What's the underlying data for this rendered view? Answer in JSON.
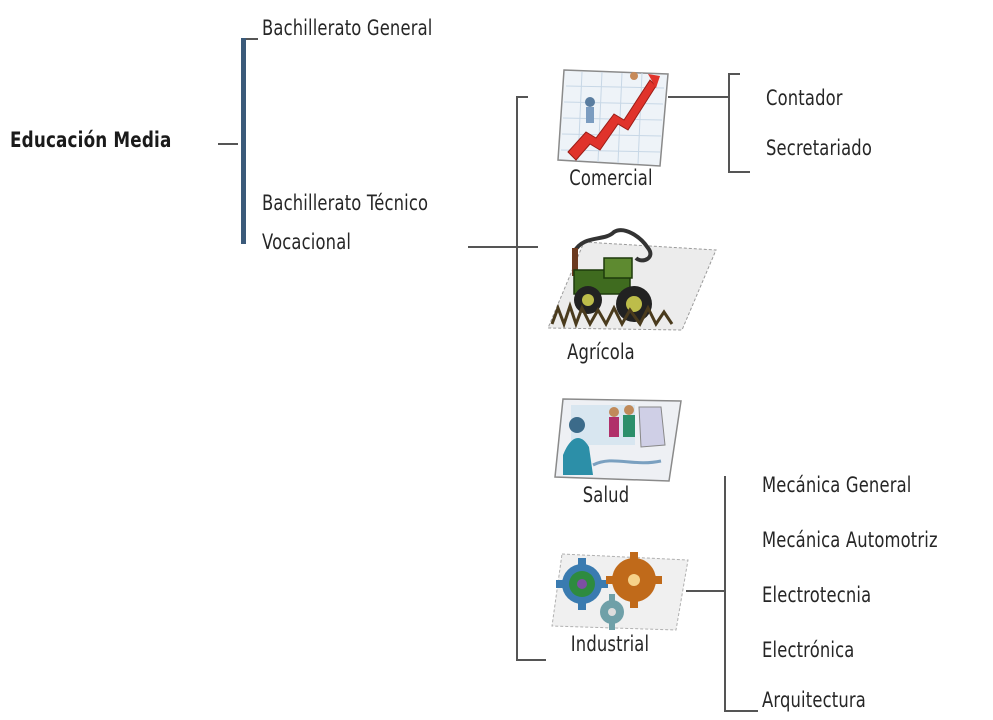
{
  "root": {
    "label": "Educación Media"
  },
  "tracks": [
    {
      "label": "Bachillerato General"
    },
    {
      "label_line1": "Bachillerato Técnico",
      "label_line2": "Vocacional"
    }
  ],
  "sectors": [
    {
      "label": "Comercial",
      "icon": "growth-chart-icon"
    },
    {
      "label": "Agrícola",
      "icon": "tractor-icon"
    },
    {
      "label": "Salud",
      "icon": "health-workers-icon"
    },
    {
      "label": "Industrial",
      "icon": "gears-icon"
    }
  ],
  "comercial_careers": [
    "Contador",
    "Secretariado"
  ],
  "industrial_careers": [
    "Mecánica General",
    "Mecánica Automotriz",
    "Electrotecnia",
    "Electrónica",
    "Arquitectura"
  ],
  "colors": {
    "bracket": "#3b5a7a",
    "connector": "#555555"
  }
}
